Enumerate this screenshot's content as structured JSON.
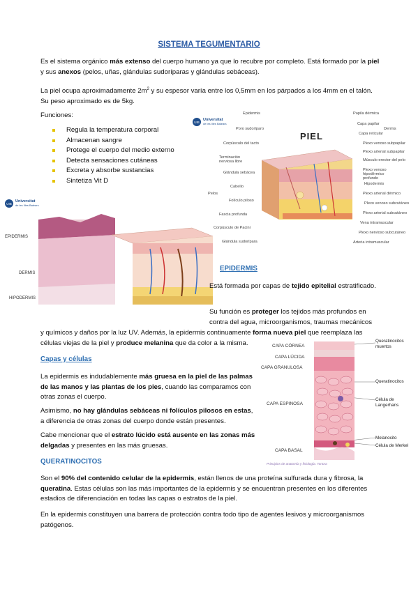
{
  "title": "SISTEMA TEGUMENTARIO",
  "intro": {
    "p1": {
      "a": "Es el sistema orgánico ",
      "b": "más extenso",
      "c": " del cuerpo humano ya que lo recubre por completo. Está formado por la ",
      "d": "piel",
      "e": " y sus ",
      "f": "anexos",
      "g": " (pelos, uñas, glándulas sudoríparas y glándulas sebáceas)."
    },
    "p2": {
      "a": "La piel ocupa aproximadamente 2m",
      "sup": "2",
      "b": " y su espesor varía entre los 0,5mm en los párpados a los 4mm en el talón.",
      "c": "Su peso aproximado es de 5kg."
    }
  },
  "funciones": {
    "heading": "Funciones:",
    "items": [
      "Regula la temperatura corporal",
      "Almacenan sangre",
      "Protege el cuerpo del medio externo",
      "Detecta sensaciones cutáneas",
      "Excreta y absorbe sustancias",
      "Sintetiza Vit D"
    ]
  },
  "fig_piel": {
    "logo_name": "Universitat",
    "logo_sub": "de les Illes Balears",
    "title": "PIEL",
    "left_labels": [
      "Epidermis",
      "Poro sudoríparo",
      "Corpúsculo del tacto",
      "Terminación nerviosa libre",
      "Glándula sebácea",
      "Cabello",
      "Pelos",
      "Folículo piloso",
      "Fascia profunda",
      "Corpúsculo de Pacini",
      "Glándula sudorípara"
    ],
    "right_labels": [
      "Papila dérmica",
      "Capa papilar",
      "Capa reticular",
      "Dermis",
      "Plexo venoso subpapilar",
      "Plexo arterial subpapilar",
      "Músculo erector del pelo",
      "Plexo venoso hipodérmico profundo",
      "Hipodermis",
      "Plexo arterial dérmico",
      "Plexo venoso subcutáneo",
      "Plexo arterial subcutáneo",
      "Vena intramuscular",
      "Plexo nervioso subcutáneo",
      "Arteria intramuscular"
    ]
  },
  "fig_histo": {
    "logo_name": "Universitat",
    "logo_sub": "de les Illes Balears",
    "labels": [
      "EPIDERMIS",
      "DERMIS",
      "HIPODERMIS"
    ]
  },
  "epidermis": {
    "heading": "EPIDERMIS",
    "p1": {
      "a": "Está formada por capas de ",
      "b": "tejido epitelial",
      "c": " estratificado."
    },
    "p2": {
      "a": "Su función es ",
      "b": "proteger",
      "c": " los tejidos más profundos en contra del agua, microorganismos, traumas mecánicos"
    },
    "p3": {
      "a": "y químicos y daños por la luz UV. Además, la epidermis continuamente ",
      "b": "forma nueva piel",
      "c": " que reemplaza las células viejas de la piel y ",
      "d": "produce melanina",
      "e": " que da color a la misma."
    }
  },
  "capas": {
    "heading": "Capas y células",
    "p1": {
      "a": "La epidermis es indudablemente ",
      "b": "más gruesa en la piel de las palmas de las manos y las plantas de los pies",
      "c": ", cuando las comparamos con otras zonas el cuerpo."
    },
    "p2": {
      "a": "Asimismo, ",
      "b": "no hay glándulas sebáceas ni folículos pilosos en estas",
      "c": ", a diferencia de otras zonas del cuerpo donde están presentes."
    },
    "p3": {
      "a": "Cabe mencionar que el ",
      "b": "estrato lúcido está ausente en las zonas más delgadas",
      "c": " y presentes en las más gruesas."
    }
  },
  "fig_capas": {
    "left_labels": [
      "CAPA CÓRNEA",
      "CAPA LÚCIDA",
      "CAPA GRANULOSA",
      "CAPA ESPINOSA",
      "CAPA BASAL"
    ],
    "right_labels": [
      "Queratinocitos muertos",
      "Queratinocitos",
      "Célula de Langerhans",
      "Melanocito",
      "Célula de Merkel"
    ],
    "caption": "Principios de anatomía y fisiología. Tortora"
  },
  "queratinocitos": {
    "heading": "QUERATINOCITOS",
    "p1": {
      "a": "Son el ",
      "b": "90% del contenido celular de la epidermis",
      "c": ", están llenos de una proteína sulfurada dura y fibrosa, la ",
      "d": "queratina",
      "e": ". Estas células son las más importantes de la epidermis y se encuentran presentes en los diferentes estadios de diferenciación en todas las capas o estratos de la piel."
    },
    "p2": "En la epidermis constituyen una barrera de protección contra todo tipo de agentes lesivos y microorganismos patógenos."
  },
  "colors": {
    "title_blue": "#2e5da6",
    "heading_blue": "#2e6fb2",
    "bullet_yellow": "#e6c400",
    "skin_pink": "#e8a6b4",
    "fat_yellow": "#f1cf5a"
  }
}
